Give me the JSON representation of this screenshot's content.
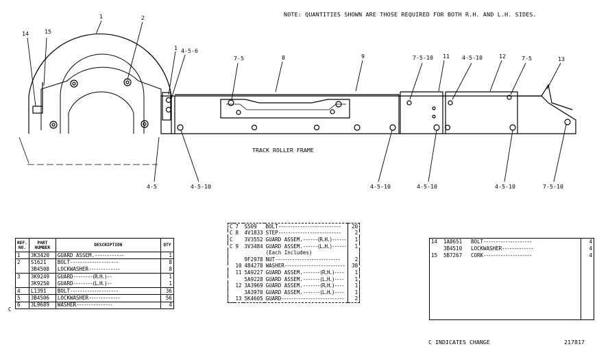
{
  "note": "NOTE: QUANTITIES SHOWN ARE THOSE REQUIRED FOR BOTH R.H. AND L.H. SIDES.",
  "frame_label": "TRACK ROLLER FRAME",
  "callouts": {
    "c1": "1",
    "c2": "2",
    "c1b": "1",
    "c456": "4-5-6",
    "c14": "14",
    "c15": "15",
    "c75a": "7-5",
    "c8": "8",
    "c9": "9",
    "c7510a": "7-5-10",
    "c11": "11",
    "c4510a": "4-5-10",
    "c12": "12",
    "c75b": "7-5",
    "c13": "13",
    "c45": "4-5",
    "c4510b": "4-5-10",
    "c4510c": "4-5-10",
    "c4510d": "4-5-10",
    "c4510e": "4-5-10",
    "c7510b": "7-5-10"
  },
  "table1": {
    "headers": [
      "REF. NO.",
      "PART NUMBER",
      "DESCRIPTION",
      "QTY"
    ],
    "rows": [
      {
        "ref": "1",
        "part": "3K3420",
        "desc": "GUARD ASSEM.",
        "dots": "------------",
        "qty": "1"
      },
      {
        "ref": "2",
        "part": "S1621",
        "desc": "BOLT",
        "dots": "--------------------",
        "qty": "8"
      },
      {
        "ref": "",
        "part": "3B4508",
        "desc": "LOCKWASHER",
        "dots": "-------------",
        "qty": "8"
      },
      {
        "ref": "3",
        "part": "3K9249",
        "desc": "GUARD",
        "dots": "--------(R.H.)--",
        "qty": "1"
      },
      {
        "ref": "",
        "part": "3K9250",
        "desc": "GUARD",
        "dots": "--------(L.H.)--",
        "qty": "1"
      },
      {
        "ref": "4",
        "part": "L1391",
        "desc": "BOLT",
        "dots": "--------------------",
        "qty": "36"
      },
      {
        "ref": "5",
        "part": "3B4506",
        "desc": "LOCKWASHER",
        "dots": "-------------",
        "qty": "56"
      },
      {
        "ref": "6",
        "part": "3L9689",
        "desc": "WASHER",
        "dots": "---------------",
        "qty": "4"
      }
    ],
    "change_mark": "C"
  },
  "table2": {
    "rows": [
      {
        "c": "C",
        "ref": "7",
        "part": "S509",
        "desc": "BOLT",
        "dots": "--------------------------",
        "qty": "20"
      },
      {
        "c": "C",
        "ref": "8",
        "part": "4V1833",
        "desc": "STEP",
        "dots": "--------------------------",
        "qty": "2"
      },
      {
        "c": "C",
        "ref": "",
        "part": "3V3552",
        "desc": "GUARD ASSEM.",
        "dots": "------(R.H.)------",
        "qty": "1"
      },
      {
        "c": "C",
        "ref": "9",
        "part": "3V3484",
        "desc": "GUARD ASSEM.",
        "dots": "------(L.H.)------",
        "qty": "1"
      },
      {
        "c": "",
        "ref": "",
        "part": "",
        "desc": "(Each Includes)",
        "dots": "",
        "qty": ""
      },
      {
        "c": "",
        "ref": "",
        "part": "9F2978",
        "desc": "NUT",
        "dots": "---------------------------",
        "qty": "2"
      },
      {
        "c": "",
        "ref": "10",
        "part": "4B4278",
        "desc": "WASHER",
        "dots": "-------------------------",
        "qty": "38"
      },
      {
        "c": "",
        "ref": "11",
        "part": "5A9227",
        "desc": "GUARD ASSEM.",
        "dots": "-------(R.H.)----",
        "qty": "1"
      },
      {
        "c": "",
        "ref": "",
        "part": "5A9228",
        "desc": "GUARD ASSEM.",
        "dots": "-------(L.H.)----",
        "qty": "1"
      },
      {
        "c": "",
        "ref": "12",
        "part": "3A3969",
        "desc": "GUARD ASSEM.",
        "dots": "-------(R.H.)----",
        "qty": "1"
      },
      {
        "c": "",
        "ref": "",
        "part": "3A3970",
        "desc": "GUARD ASSEM.",
        "dots": "-------(L.H.)----",
        "qty": "1"
      },
      {
        "c": "",
        "ref": "13",
        "part": "5K4605",
        "desc": "GUARD",
        "dots": "--------------------------",
        "qty": "2"
      }
    ]
  },
  "table3": {
    "rows": [
      {
        "ref": "14",
        "part": "1A8651",
        "desc": "BOLT",
        "dots": "--------------------",
        "qty": "4"
      },
      {
        "ref": "",
        "part": "3B4510",
        "desc": "LOCKWASHER",
        "dots": "-------------",
        "qty": "4"
      },
      {
        "ref": "15",
        "part": "5B7267",
        "desc": "CORK",
        "dots": "--------------------",
        "qty": "4"
      }
    ]
  },
  "change_note": "C INDICATES CHANGE",
  "figure_number": "217817"
}
